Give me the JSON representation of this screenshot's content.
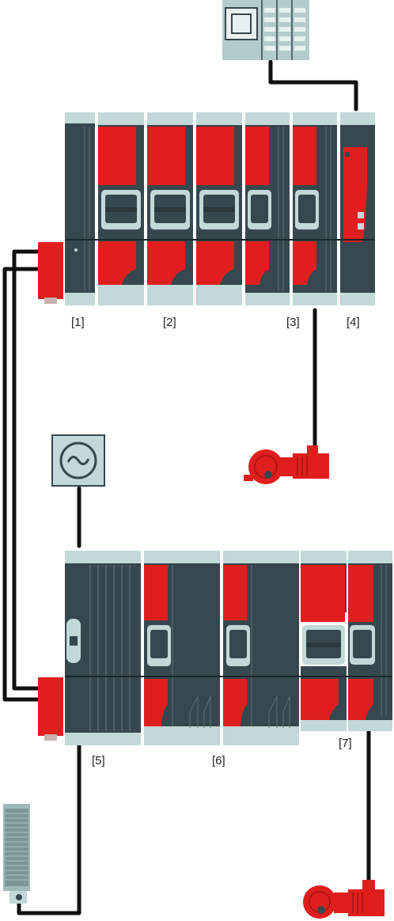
{
  "labels": {
    "l1": "[1]",
    "l2": "[2]",
    "l3": "[3]",
    "l4": "[4]",
    "l5": "[5]",
    "l6": "[6]",
    "l7": "[7]"
  },
  "colors": {
    "module_dark": "#37474f",
    "module_light": "#c3d8d8",
    "accent_red": "#e01e1e",
    "cable": "#111111",
    "controller": "#a8c4c4"
  },
  "icons": {
    "controller": "controller-icon",
    "ac_supply": "ac-supply-icon",
    "motor": "gear-motor-icon",
    "braking_resistor": "braking-resistor-icon"
  }
}
